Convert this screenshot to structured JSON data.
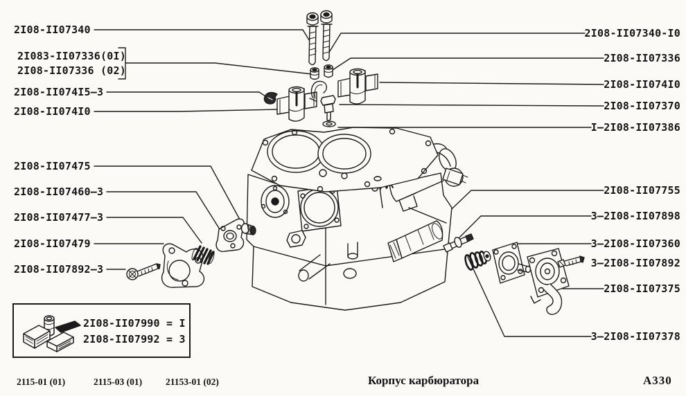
{
  "page": {
    "background": "#fbfaf7",
    "line_color": "#1b1b1b"
  },
  "labels": {
    "left": [
      "2I08-II07340",
      "2I083-II07336(0I)",
      "2I08-II07336 (02)",
      "2I08-II074I5—3",
      "2I08-II074I0",
      "2I08-II07475",
      "2I08-II07460—3",
      "2I08-II07477—3",
      "2I08-II07479",
      "2I08-II07892—3"
    ],
    "right": [
      "2I08-II07340-I0",
      "2I08-II07336",
      "2I08-II074I0",
      "2I08-II07370",
      "I—2I08-II07386",
      "2I08-II07755",
      "3—2I08-II07898",
      "3—2I08-II07360",
      "3—2I08-II07892",
      "2I08-II07375",
      "3—2I08-II07378"
    ]
  },
  "legend": {
    "rows": [
      "2I08-II07990 = I",
      "2I08-II07992 = 3"
    ]
  },
  "footer": {
    "model_codes": [
      "2115-01 (01)",
      "2115-03 (01)",
      "21153-01 (02)"
    ],
    "title": "Корпус карбюратора",
    "page_code": "А330"
  }
}
